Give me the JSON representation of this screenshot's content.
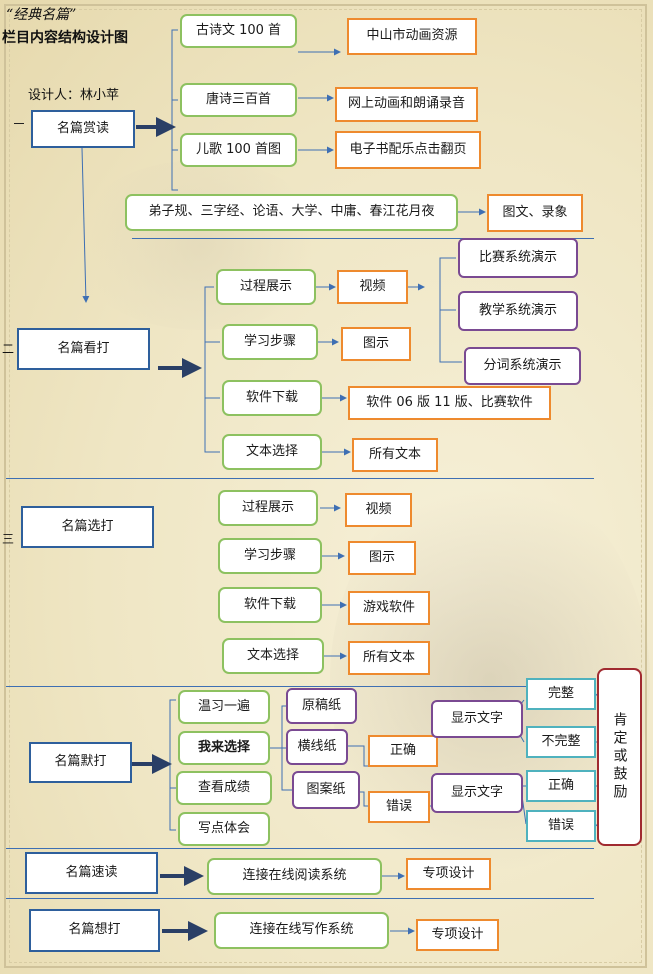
{
  "header": {
    "title": "“经典名篇”",
    "subtitle": "栏目内容结构设计图",
    "designer": "设计人：林小苹"
  },
  "section_markers": [
    "一",
    "二",
    "三"
  ],
  "sections": {
    "s1": {
      "main": "名篇赏读",
      "items": [
        "古诗文 100 首",
        "唐诗三百首",
        "儿歌 100 首图"
      ],
      "wide_item": "弟子规、三字经、论语、大学、中庸、春江花月夜",
      "resources": [
        "中山市动画资源",
        "网上动画和朗诵录音",
        "电子书配乐点击翻页",
        "图文、录象"
      ]
    },
    "s2": {
      "main": "名篇看打",
      "items": [
        "过程展示",
        "学习步骤",
        "软件下载",
        "文本选择"
      ],
      "results": [
        "视频",
        "图示",
        "软件 06 版 11 版、比赛软件",
        "所有文本"
      ],
      "demos": [
        "比赛系统演示",
        "教学系统演示",
        "分词系统演示"
      ]
    },
    "s3": {
      "main": "名篇选打",
      "items": [
        "过程展示",
        "学习步骤",
        "软件下载",
        "文本选择"
      ],
      "results": [
        "视频",
        "图示",
        "游戏软件",
        "所有文本"
      ]
    },
    "s4": {
      "main": "名篇默打",
      "items": [
        "温习一遍",
        "我来选择",
        "查看成绩",
        "写点体会"
      ],
      "papers": [
        "原稿纸",
        "横线纸",
        "图案纸"
      ],
      "judge": [
        "正确",
        "错误"
      ],
      "display": [
        "显示文字",
        "显示文字"
      ],
      "status": [
        "完整",
        "不完整",
        "正确",
        "错误"
      ],
      "feedback": "肯定或鼓励"
    },
    "s5": {
      "main": "名篇速读",
      "item": "连接在线阅读系统",
      "result": "专项设计"
    },
    "s6": {
      "main": "名篇想打",
      "item": "连接在线写作系统",
      "result": "专项设计"
    }
  },
  "colors": {
    "green": "#8dc160",
    "blue": "#2e5f9c",
    "orange": "#ee8a2e",
    "purple": "#7a4a92",
    "teal": "#4fb2be",
    "red": "#a02a30",
    "arrow": "#3e6fb3",
    "thick_arrow": "#2a3f66"
  }
}
